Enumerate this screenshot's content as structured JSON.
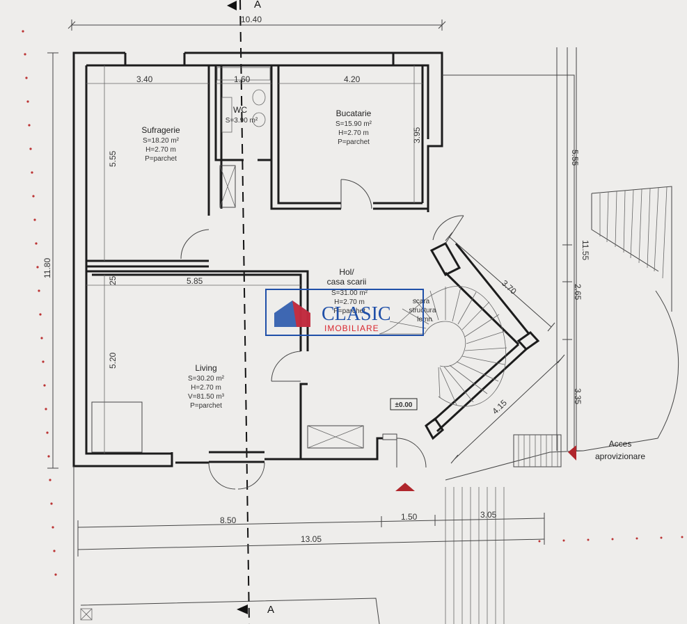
{
  "section_marks": {
    "top": "A",
    "bottom": "A"
  },
  "dimensions": {
    "top_total": "10.40",
    "left_total": "11.80",
    "suf_width": "3.40",
    "wc_width": "1.60",
    "buc_width": "4.20",
    "suf_height": "5.55",
    "buc_height": "3.95",
    "wall_25": "25",
    "living_width": "5.85",
    "living_height": "5.20",
    "bottom_a": "8.50",
    "bottom_b": "1.50",
    "bottom_c": "3.05",
    "bottom_total": "13.05",
    "right_a": "5.55",
    "right_b": "11.55",
    "right_c": "2.65",
    "right_d": "3.35",
    "stair_a": "3.70",
    "stair_b": "4.15"
  },
  "rooms": {
    "sufragerie": {
      "name": "Sufragerie",
      "area": "S=18.20 m²",
      "height": "H=2.70 m",
      "floor": "P=parchet"
    },
    "wc": {
      "name": "WC",
      "area": "S=3.90 m²"
    },
    "bucatarie": {
      "name": "Bucatarie",
      "area": "S=15.90 m²",
      "height": "H=2.70 m",
      "floor": "P=parchet"
    },
    "hol": {
      "name": "Hol/",
      "name2": "casa scarii",
      "area": "S=31.00 m²",
      "height": "H=2.70 m",
      "floor": "P=parchet"
    },
    "living": {
      "name": "Living",
      "area": "S=30.20 m²",
      "height": "H=2.70 m",
      "volume": "V=81.50 m³",
      "floor": "P=parchet"
    }
  },
  "stair_label": {
    "line1": "scara",
    "line2": "structura",
    "line3": "lemn"
  },
  "level_mark": "±0.00",
  "access_label": {
    "line1": "Acces",
    "line2": "aprovizionare"
  },
  "watermark": {
    "brand": "CLASIC",
    "sub": "IMOBILIARE",
    "brand_color": "#1f4fa8",
    "accent_color": "#d9262e"
  },
  "colors": {
    "arrow": "#b0262c"
  }
}
